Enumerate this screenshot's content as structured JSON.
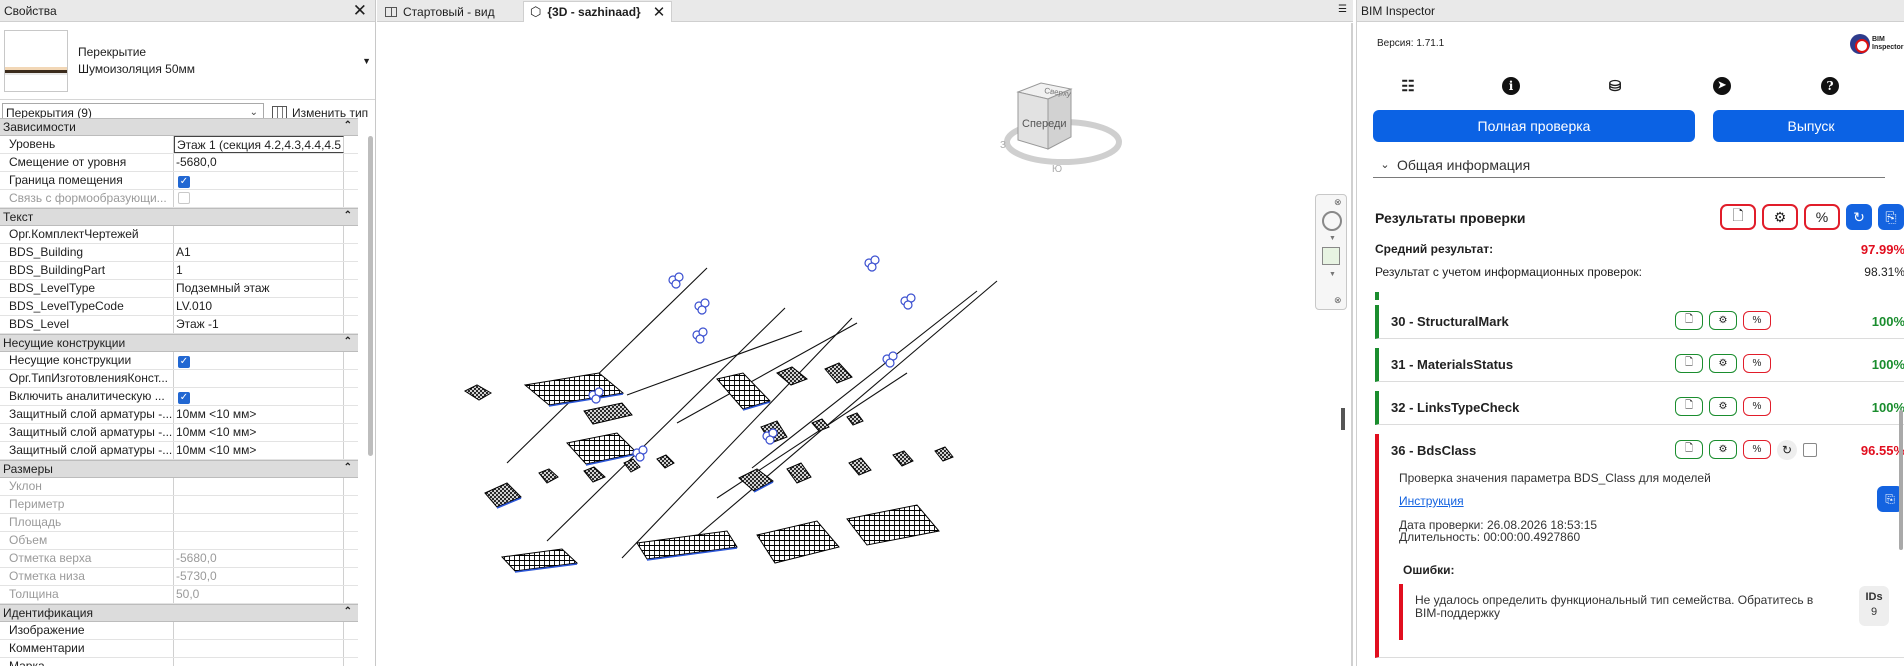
{
  "properties": {
    "title": "Свойства",
    "type_line1": "Перекрытие",
    "type_line2": "Шумоизоляция 50мм",
    "filter": "Перекрытия (9)",
    "edit_type": "Изменить тип",
    "groups": [
      {
        "name": "Зависимости",
        "rows": [
          {
            "k": "Уровень",
            "v": "Этаж 1 (секция 4.2,4.3,4.4,4.5"
          },
          {
            "k": "Смещение от уровня",
            "v": "-5680,0"
          },
          {
            "k": "Граница помещения",
            "v": "",
            "check": true
          },
          {
            "k": "Связь с формообразующи...",
            "v": "",
            "check": false,
            "disabled": true
          }
        ]
      },
      {
        "name": "Текст",
        "rows": [
          {
            "k": "Орг.КомплектЧертежей",
            "v": ""
          },
          {
            "k": "BDS_Building",
            "v": "A1"
          },
          {
            "k": "BDS_BuildingPart",
            "v": "1"
          },
          {
            "k": "BDS_LevelType",
            "v": "Подземный этаж"
          },
          {
            "k": "BDS_LevelTypeCode",
            "v": "LV.010"
          },
          {
            "k": "BDS_Level",
            "v": "Этаж -1"
          }
        ]
      },
      {
        "name": "Несущие конструкции",
        "rows": [
          {
            "k": "Несущие конструкции",
            "v": "",
            "check": true
          },
          {
            "k": "Орг.ТипИзготовленияКонст...",
            "v": ""
          },
          {
            "k": "Включить аналитическую ...",
            "v": "",
            "check": true
          },
          {
            "k": "Защитный слой арматуры -...",
            "v": "10мм <10 мм>"
          },
          {
            "k": "Защитный слой арматуры -...",
            "v": "10мм <10 мм>"
          },
          {
            "k": "Защитный слой арматуры -...",
            "v": "10мм <10 мм>"
          }
        ]
      },
      {
        "name": "Размеры",
        "rows": [
          {
            "k": "Уклон",
            "v": "",
            "disabled": true
          },
          {
            "k": "Периметр",
            "v": "",
            "disabled": true
          },
          {
            "k": "Площадь",
            "v": "",
            "disabled": true
          },
          {
            "k": "Объем",
            "v": "",
            "disabled": true
          },
          {
            "k": "Отметка верха",
            "v": "-5680,0",
            "disabled": true
          },
          {
            "k": "Отметка низа",
            "v": "-5730,0",
            "disabled": true
          },
          {
            "k": "Толщина",
            "v": "50,0",
            "disabled": true
          }
        ]
      },
      {
        "name": "Идентификация",
        "rows": [
          {
            "k": "Изображение",
            "v": ""
          },
          {
            "k": "Комментарии",
            "v": ""
          },
          {
            "k": "Марка",
            "v": ""
          }
        ]
      }
    ]
  },
  "tabs": {
    "tab1": "Стартовый - вид",
    "tab2": "{3D - sazhinaad}"
  },
  "viewcube": {
    "front": "Спереди",
    "top": "Сверху",
    "south": "Ю",
    "west": "З"
  },
  "bim": {
    "title": "BIM Inspector",
    "version": "Версия:  1.71.1",
    "logo": "BIM Inspector",
    "full_check": "Полная проверка",
    "release": "Выпуск",
    "general_info": "Общая информация",
    "results_title": "Результаты проверки",
    "avg_label": "Средний результат:",
    "avg_value": "97.99%",
    "info_label": "Результат с учетом информационных проверок:",
    "info_value": "98.31%",
    "checks": [
      {
        "name": "30 - StructuralMark",
        "pct": "100%"
      },
      {
        "name": "31 - MaterialsStatus",
        "pct": "100%"
      },
      {
        "name": "32 - LinksTypeCheck",
        "pct": "100%"
      }
    ],
    "expanded": {
      "name": "36 - BdsClass",
      "pct": "96.55%",
      "description": "Проверка значения параметра BDS_Class для моделей",
      "instruction": "Инструкция",
      "date": "Дата проверки:  26.08.2026 18:53:15",
      "duration": "Длительность:  00:00:00.4927860",
      "errors_label": "Ошибки:",
      "error_text": "Не удалось определить функциональный тип семейства. Обратитесь в BIM-поддержку",
      "ids_label": "IDs",
      "ids_count": "9"
    }
  }
}
